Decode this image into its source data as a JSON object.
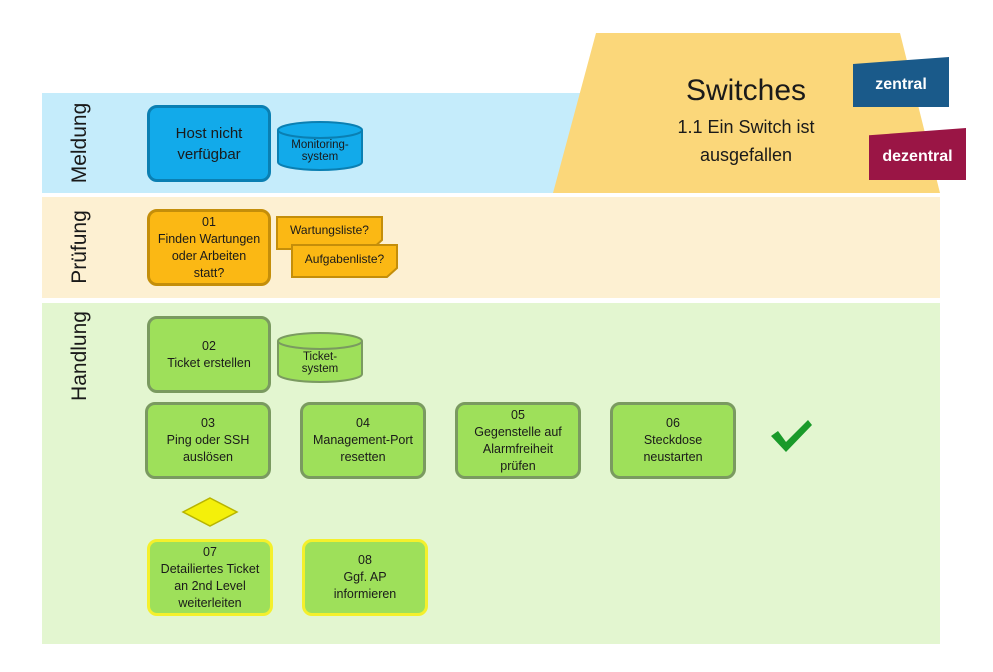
{
  "title_panel": {
    "title": "Switches",
    "subtitle_line1": "1.1 Ein Switch ist",
    "subtitle_line2": "ausgefallen"
  },
  "tags": {
    "zentral": "zentral",
    "dezentral": "dezentral"
  },
  "lanes": {
    "meldung": "Meldung",
    "pruefung": "Prüfung",
    "handlung": "Handlung"
  },
  "nodes": {
    "host": {
      "line1": "Host nicht",
      "line2": "verfügbar"
    },
    "monitoring": {
      "line1": "Monitoring-",
      "line2": "system"
    },
    "n01": {
      "num": "01",
      "line1": "Finden Wartungen",
      "line2": "oder Arbeiten",
      "line3": "statt?"
    },
    "wartung": "Wartungsliste?",
    "aufgaben": "Aufgabenliste?",
    "n02": {
      "num": "02",
      "line1": "Ticket erstellen"
    },
    "ticket": {
      "line1": "Ticket-",
      "line2": "system"
    },
    "n03": {
      "num": "03",
      "line1": "Ping oder SSH",
      "line2": "auslösen"
    },
    "n04": {
      "num": "04",
      "line1": "Management-Port",
      "line2": "resetten"
    },
    "n05": {
      "num": "05",
      "line1": "Gegenstelle auf",
      "line2": "Alarmfreiheit",
      "line3": "prüfen"
    },
    "n06": {
      "num": "06",
      "line1": "Steckdose",
      "line2": "neustarten"
    },
    "n07": {
      "num": "07",
      "line1": "Detailiertes Ticket",
      "line2": "an 2nd Level",
      "line3": "weiterleiten"
    },
    "n08": {
      "num": "08",
      "line1": "Ggf. AP",
      "line2": "informieren"
    }
  },
  "colors": {
    "meldung_lane": "#c5ecfb",
    "pruefung_lane": "#fdf0d2",
    "handlung_lane": "#e3f6d0",
    "title_panel": "#fbd77a",
    "zentral": "#1a5a8a",
    "dezentral": "#9a1545",
    "check": "#1a9a2a"
  }
}
